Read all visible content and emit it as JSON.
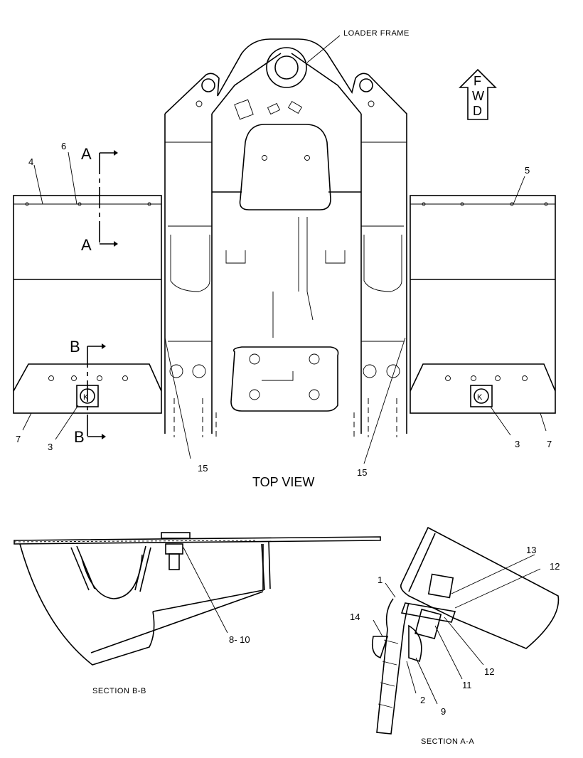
{
  "labels": {
    "loader_frame": "LOADER FRAME",
    "fwd_f": "F",
    "fwd_w": "W",
    "fwd_d": "D",
    "top_view": "TOP VIEW",
    "section_bb": "SECTION  B-B",
    "section_aa": "SECTION  A-A",
    "section_a": "A",
    "section_b": "B"
  },
  "callouts": {
    "c1": "1",
    "c2": "2",
    "c3": "3",
    "c4": "4",
    "c5": "5",
    "c6": "6",
    "c7": "7",
    "c8_10": "8- 10",
    "c9": "9",
    "c11": "11",
    "c12": "12",
    "c13": "13",
    "c14": "14",
    "c15": "15"
  },
  "icons": {
    "fwd_arrow": "up-arrow-icon",
    "service_point": "service-point-icon"
  }
}
